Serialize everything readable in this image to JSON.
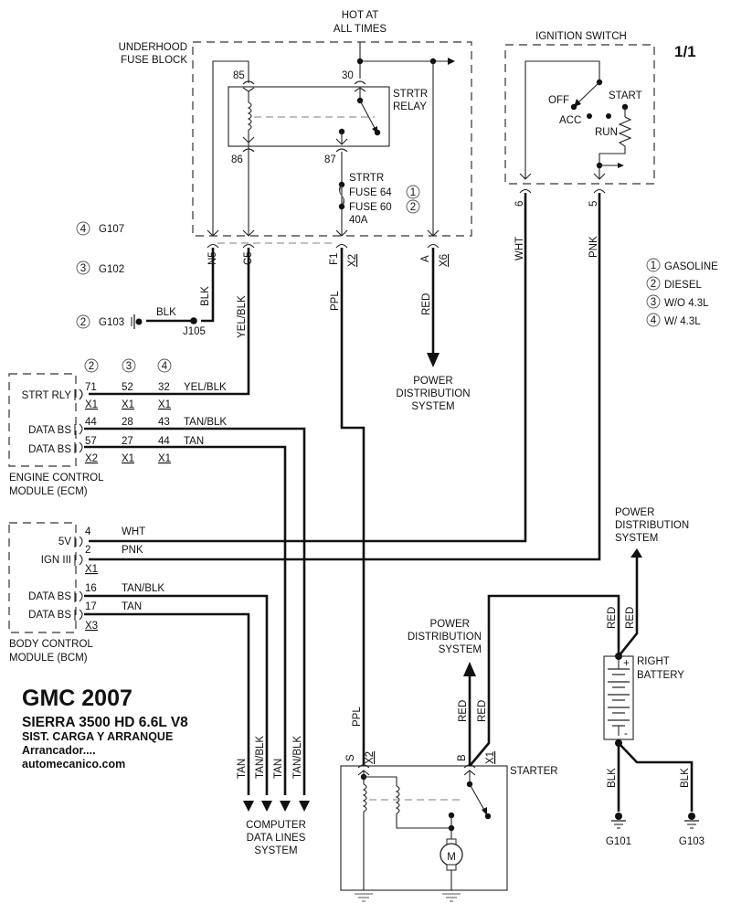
{
  "page_marker": "1/1",
  "title": {
    "make_year": "GMC 2007",
    "model": "SIERRA 3500 HD  6.6L  V8",
    "system": "SIST. CARGA Y ARRANQUE",
    "subtitle": "Arrancador....",
    "website": "automecanico.com"
  },
  "hot_label": [
    "HOT AT",
    "ALL TIMES"
  ],
  "fuse_block": {
    "label": [
      "UNDERHOOD",
      "FUSE BLOCK"
    ],
    "relay_label": [
      "STRTR",
      "RELAY"
    ],
    "pins": {
      "p85": "85",
      "p30": "30",
      "p86": "86",
      "p87": "87"
    },
    "fuse_lines": [
      "STRTR",
      "FUSE 64",
      "FUSE 60",
      "40A"
    ],
    "fuse_notes": [
      "1",
      "2"
    ],
    "connectors": [
      {
        "pin": "N5",
        "conn": ""
      },
      {
        "pin": "C5",
        "conn": ""
      },
      {
        "pin": "F1",
        "conn": "X2"
      },
      {
        "pin": "A",
        "conn": "X6"
      }
    ]
  },
  "ignition_switch": {
    "label": "IGNITION SWITCH",
    "positions": [
      "OFF",
      "ACC",
      "RUN",
      "START"
    ],
    "pins": [
      "6",
      "5"
    ]
  },
  "wires": {
    "blk": "BLK",
    "yel_blk": "YEL/BLK",
    "ppl": "PPL",
    "red": "RED",
    "wht": "WHT",
    "pnk": "PNK",
    "tan": "TAN",
    "tan_blk": "TAN/BLK"
  },
  "grounds_left": [
    {
      "note": "4",
      "id": "G107"
    },
    {
      "note": "3",
      "id": "G102"
    },
    {
      "note": "2",
      "id": "G103"
    }
  ],
  "splice": "J105",
  "legend": [
    {
      "num": "1",
      "text": "GASOLINE"
    },
    {
      "num": "2",
      "text": "DIESEL"
    },
    {
      "num": "3",
      "text": "W/O 4.3L"
    },
    {
      "num": "4",
      "text": "W/ 4.3L"
    }
  ],
  "power_distribution": [
    "POWER",
    "DISTRIBUTION",
    "SYSTEM"
  ],
  "ecm": {
    "label": [
      "ENGINE CONTROL",
      "MODULE (ECM)"
    ],
    "column_notes": [
      "2",
      "3",
      "4"
    ],
    "rows": [
      {
        "name": "STRT RLY",
        "pins": [
          "71",
          "52",
          "32"
        ],
        "wire": "YEL/BLK",
        "conns": [
          "X1",
          "X1",
          "X1"
        ]
      },
      {
        "name": "DATA BS",
        "pins": [
          "44",
          "28",
          "43"
        ],
        "wire": "TAN/BLK",
        "conns": []
      },
      {
        "name": "DATA BS",
        "pins": [
          "57",
          "27",
          "44"
        ],
        "wire": "TAN",
        "conns": [
          "X2",
          "X1",
          "X1"
        ]
      }
    ]
  },
  "bcm": {
    "label": [
      "BODY CONTROL",
      "MODULE (BCM)"
    ],
    "rows": [
      {
        "name": "5V",
        "pin": "4",
        "wire": "WHT",
        "conn": ""
      },
      {
        "name": "IGN III",
        "pin": "2",
        "wire": "PNK",
        "conn": "X1"
      },
      {
        "name": "DATA BS",
        "pin": "16",
        "wire": "TAN/BLK",
        "conn": ""
      },
      {
        "name": "DATA BS",
        "pin": "17",
        "wire": "TAN",
        "conn": "X3"
      }
    ]
  },
  "computer_data_lines": [
    "COMPUTER",
    "DATA LINES",
    "SYSTEM"
  ],
  "starter": {
    "label": "STARTER",
    "pins": {
      "s": "S",
      "s_conn": "X2",
      "b": "B",
      "b_conn": "X1"
    },
    "motor": "M"
  },
  "battery": {
    "label": [
      "RIGHT",
      "BATTERY"
    ],
    "plus": "+",
    "minus": "-"
  },
  "grounds_right": [
    "G101",
    "G103"
  ]
}
